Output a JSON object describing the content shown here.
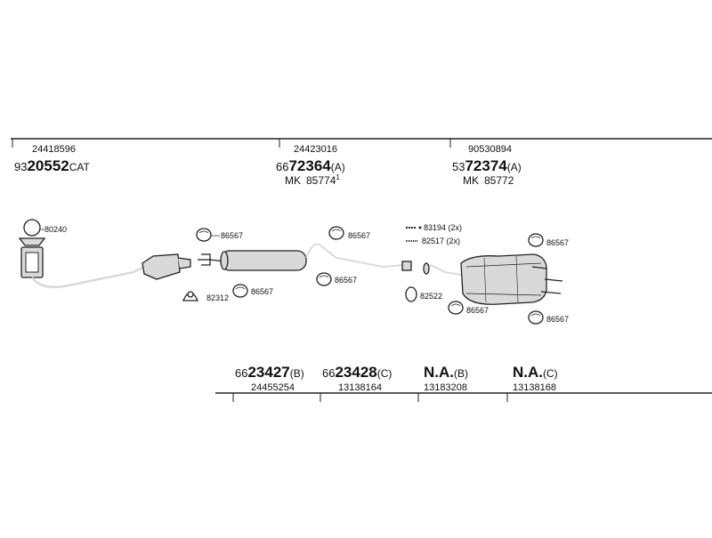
{
  "top_groups": {
    "front": {
      "sub_number": "24418596",
      "main_prefix": "93",
      "main_bold": "20552",
      "main_suffix": "CAT"
    },
    "middle": {
      "sub_number": "24423016",
      "main_prefix": "66",
      "main_bold": "72364",
      "main_suffix": "(A)",
      "mk_label": "MK",
      "mk_number": "85774",
      "mk_note": "1"
    },
    "rear": {
      "sub_number": "90530894",
      "main_prefix": "53",
      "main_bold": "72374",
      "main_suffix": "(A)",
      "mk_label": "MK",
      "mk_number": "85772"
    }
  },
  "callouts": {
    "gasket_front": "80240",
    "clamp_mid_left_top": "86567",
    "clamp_mid_left_bottom": "86567",
    "bracket_mid_left": "82312",
    "clamp_mid_right_top": "86567",
    "clamp_mid_right_bottom": "86567",
    "bolt_rear": "83194 (2x)",
    "nut_rear": "82517 (2x)",
    "gasket_rear": "82522",
    "clamp_rear_bottom": "86567",
    "clamp_rear_right_top": "86567",
    "clamp_rear_right_bottom": "86567"
  },
  "bottom_groups": [
    {
      "prefix": "66",
      "bold": "23427",
      "suffix": "(B)",
      "sub_number": "24455254"
    },
    {
      "prefix": "66",
      "bold": "23428",
      "suffix": "(C)",
      "sub_number": "13138164"
    },
    {
      "prefix": "",
      "bold": "N.A.",
      "suffix": "(B)",
      "sub_number": "13183208"
    },
    {
      "prefix": "",
      "bold": "N.A.",
      "suffix": "(C)",
      "sub_number": "13138168"
    }
  ]
}
